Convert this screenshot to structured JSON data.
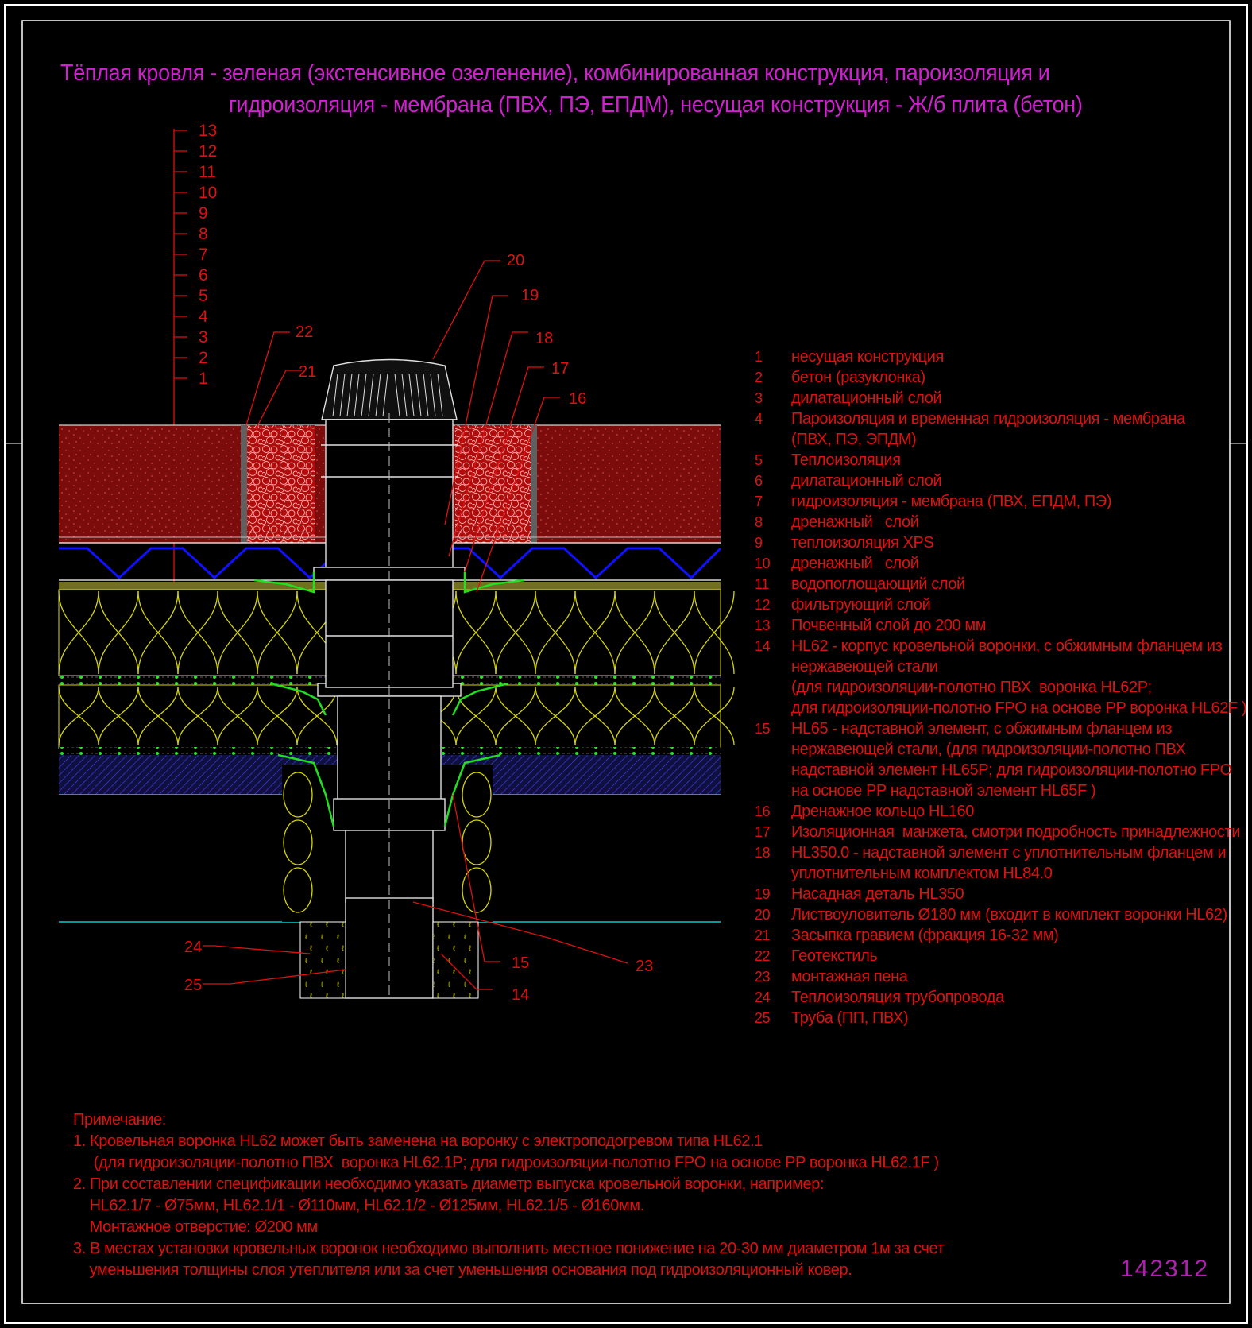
{
  "title": {
    "line1": "Тёплая кровля - зеленая (экстенсивное озеленение), комбинированная конструкция, пароизоляция и",
    "line2": "гидроизоляция - мембрана (ПВХ, ПЭ, ЕПДМ), несущая конструкция - Ж/б плита (бетон)"
  },
  "scale_labels": [
    "13",
    "12",
    "11",
    "10",
    "9",
    "8",
    "7",
    "6",
    "5",
    "4",
    "3",
    "2",
    "1"
  ],
  "callouts": {
    "c20": "20",
    "c19": "19",
    "c18": "18",
    "c17": "17",
    "c16": "16",
    "c22": "22",
    "c21": "21",
    "c24": "24",
    "c25": "25",
    "c15": "15",
    "c14": "14",
    "c23": "23"
  },
  "legend": [
    {
      "num": "1",
      "text": "несущая конструкция"
    },
    {
      "num": "2",
      "text": "бетон (разуклонка)"
    },
    {
      "num": "3",
      "text": "дилатационный слой"
    },
    {
      "num": "4",
      "text": "Пароизоляция и временная гидроизоляция - мембрана\n(ПВХ, ПЭ, ЭПДМ)"
    },
    {
      "num": "5",
      "text": "Теплоизоляция"
    },
    {
      "num": "6",
      "text": "дилатационный слой"
    },
    {
      "num": "7",
      "text": "гидроизоляция - мембрана (ПВХ, ЕПДМ, ПЭ)"
    },
    {
      "num": "8",
      "text": "дренажный   слой"
    },
    {
      "num": "9",
      "text": "теплоизоляция XPS"
    },
    {
      "num": "10",
      "text": "дренажный   слой"
    },
    {
      "num": "11",
      "text": "водопоглощающий слой"
    },
    {
      "num": "12",
      "text": "фильтрующий слой"
    },
    {
      "num": "13",
      "text": "Почвенный слой до 200 мм"
    },
    {
      "num": "14",
      "text": "HL62 - корпус кровельной воронки, с обжимным фланцем из\nнержавеющей стали\n(для гидроизоляции-полотно ПВХ  воронка HL62P;\nдля гидроизоляции-полотно FPO на основе PP воронка HL62F )"
    },
    {
      "num": "15",
      "text": "HL65 - надставной элемент, с обжимным фланцем из\nнержавеющей стали, (для гидроизоляции-полотно ПВХ\nнадставной элемент HL65P; для гидроизоляции-полотно FPO\nна основе PP надставной элемент HL65F )"
    },
    {
      "num": "16",
      "text": "Дренажное кольцо HL160"
    },
    {
      "num": "17",
      "text": "Изоляционная  манжета, смотри подробность принадлежности"
    },
    {
      "num": "18",
      "text": "HL350.0 - надставной элемент с уплотнительным фланцем и\nуплотнительным комплектом HL84.0"
    },
    {
      "num": "19",
      "text": "Насадная деталь HL350"
    },
    {
      "num": "20",
      "text": "Листвоуловитель Ø180 мм (входит в комплект воронки HL62)"
    },
    {
      "num": "21",
      "text": "Засыпка гравием (фракция 16-32 мм)"
    },
    {
      "num": "22",
      "text": "Геотекстиль"
    },
    {
      "num": "23",
      "text": "монтажная пена"
    },
    {
      "num": "24",
      "text": "Теплоизоляция трубопровода"
    },
    {
      "num": "25",
      "text": "Труба (ПП, ПВХ)"
    }
  ],
  "notes": "Примечание:\n1. Кровельная воронка HL62 может быть заменена на воронку с электроподогревом типа HL62.1\n     (для гидроизоляции-полотно ПВХ  воронка HL62.1P; для гидроизоляции-полотно FPO на основе PP воронка HL62.1F )\n2. При составлении спецификации необходимо указать диаметр выпуска кровельной воронки, например:\n    HL62.1/7 - Ø75мм, HL62.1/1 - Ø110мм, HL62.1/2 - Ø125мм, HL62.1/5 - Ø160мм.\n    Монтажное отверстие: Ø200 мм\n3. В местах установки кровельных воронок необходимо выполнить местное понижение на 20-30 мм диаметром 1м за счет\n    уменьшения толщины слоя утеплителя или за счет уменьшения основания под гидроизоляционный ковер.",
  "drawing_code": "142312",
  "colors": {
    "title": "#d020d0",
    "legend": "#e01010",
    "frame": "#ffffff",
    "soil": "#8b1010",
    "gravel": "#c81010",
    "membrane_blue": "#1010ff",
    "insulation": "#d8d800",
    "green": "#20e020",
    "cyan": "#00d0d0"
  }
}
